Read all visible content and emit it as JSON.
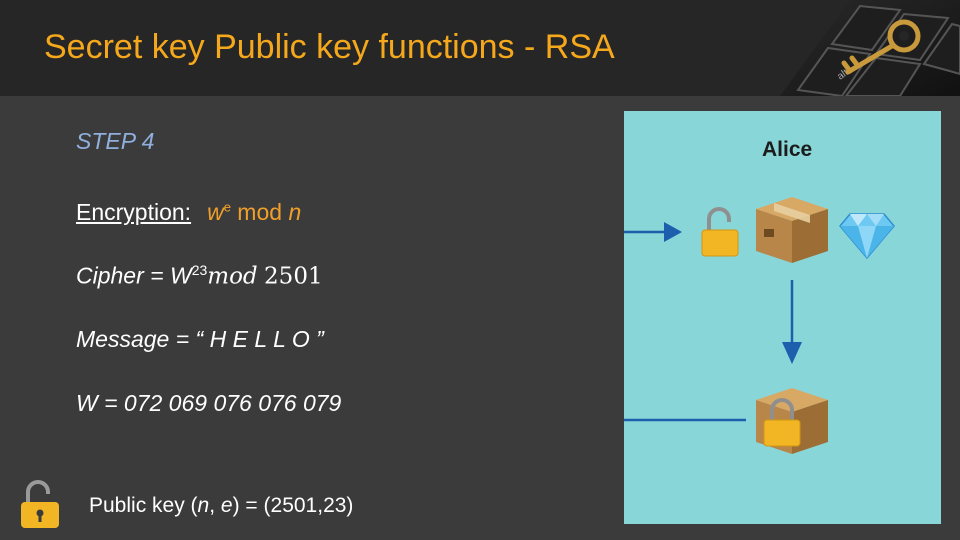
{
  "header": {
    "title": "Secret key Public key functions - RSA"
  },
  "step": "STEP 4",
  "encryption": {
    "label": "Encryption:",
    "formula_base": "w",
    "formula_exp": "e",
    "formula_mod": " mod ",
    "formula_n": "n"
  },
  "cipher": {
    "label": "Cipher = W",
    "exponent": "23",
    "mod_word": "mod",
    "modulus": "2501"
  },
  "message": {
    "label": "Message = “ H E L L O ”"
  },
  "w_line": {
    "label": "W = 072 069 076 076 079"
  },
  "public_key": {
    "prefix": "Public key  (",
    "n": "n",
    "comma": ", ",
    "e": "e",
    "suffix": ")  =  (2501,23)"
  },
  "diagram": {
    "name": "Alice",
    "panel_color": "#89d6d9",
    "arrow_color": "#1d5fad"
  },
  "colors": {
    "title": "#f5a81c",
    "step": "#8fb0de",
    "formula": "#f0a02a"
  },
  "icons": [
    "key-icon",
    "open-padlock-icon",
    "package-icon",
    "diamond-icon",
    "locked-package-icon"
  ]
}
